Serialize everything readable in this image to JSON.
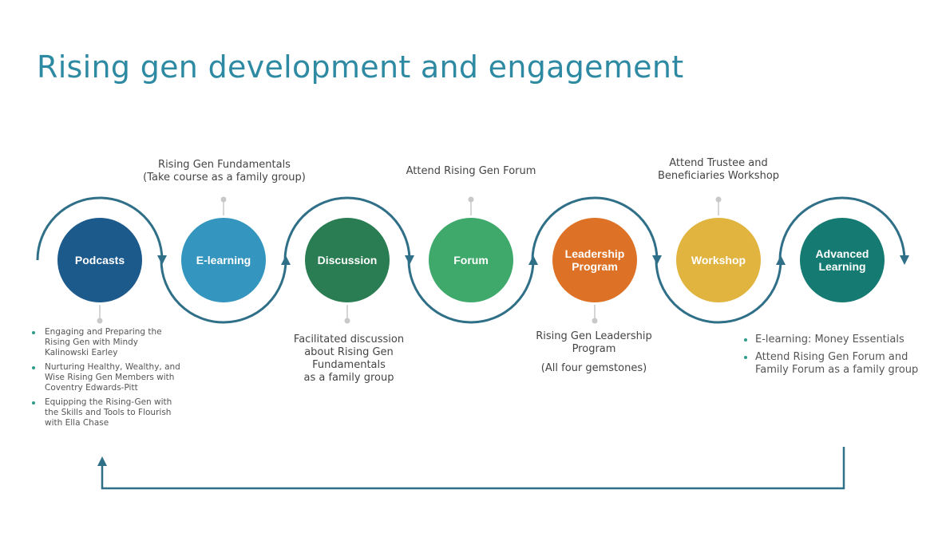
{
  "title": "Rising gen development and engagement",
  "colors": {
    "title": "#2e8aa3",
    "arc": "#2f6f87",
    "connector": "#c8c8c8",
    "bullet": "#2e9e8a"
  },
  "nodes": [
    {
      "id": "podcasts",
      "label_lines": [
        "Podcasts"
      ],
      "color": "#1d5a8c"
    },
    {
      "id": "e-learning",
      "label_lines": [
        "E-learning"
      ],
      "color": "#3495bf"
    },
    {
      "id": "discussion",
      "label_lines": [
        "Discussion"
      ],
      "color": "#2a7d52"
    },
    {
      "id": "forum",
      "label_lines": [
        "Forum"
      ],
      "color": "#3fa86b"
    },
    {
      "id": "leadership",
      "label_lines": [
        "Leadership",
        "Program"
      ],
      "color": "#dd7227"
    },
    {
      "id": "workshop",
      "label_lines": [
        "Workshop"
      ],
      "color": "#e0b43f"
    },
    {
      "id": "advanced",
      "label_lines": [
        "Advanced",
        "Learning"
      ],
      "color": "#147a72"
    }
  ],
  "callouts": {
    "elearning": [
      "Rising Gen Fundamentals",
      "(Take course as a family group)"
    ],
    "forum": [
      "Attend Rising Gen Forum"
    ],
    "workshop": [
      "Attend Trustee and",
      "Beneficiaries Workshop"
    ],
    "discussion": [
      "Facilitated discussion",
      "about Rising Gen",
      "Fundamentals",
      "as a family group"
    ],
    "leadership": [
      "Rising Gen Leadership",
      "Program"
    ],
    "leadership_note": "(All four gemstones)"
  },
  "podcast_items": [
    "Engaging and Preparing the Rising Gen with Mindy Kalinowski Earley",
    "Nurturing Healthy, Wealthy, and Wise Rising Gen Members with Coventry Edwards-Pitt",
    "Equipping the Rising-Gen with the Skills and Tools to Flourish with Ella Chase"
  ],
  "advanced_items": [
    [
      "E-learning: Money Essentials"
    ],
    [
      "Attend Rising Gen Forum and",
      "Family Forum as a family group"
    ]
  ]
}
